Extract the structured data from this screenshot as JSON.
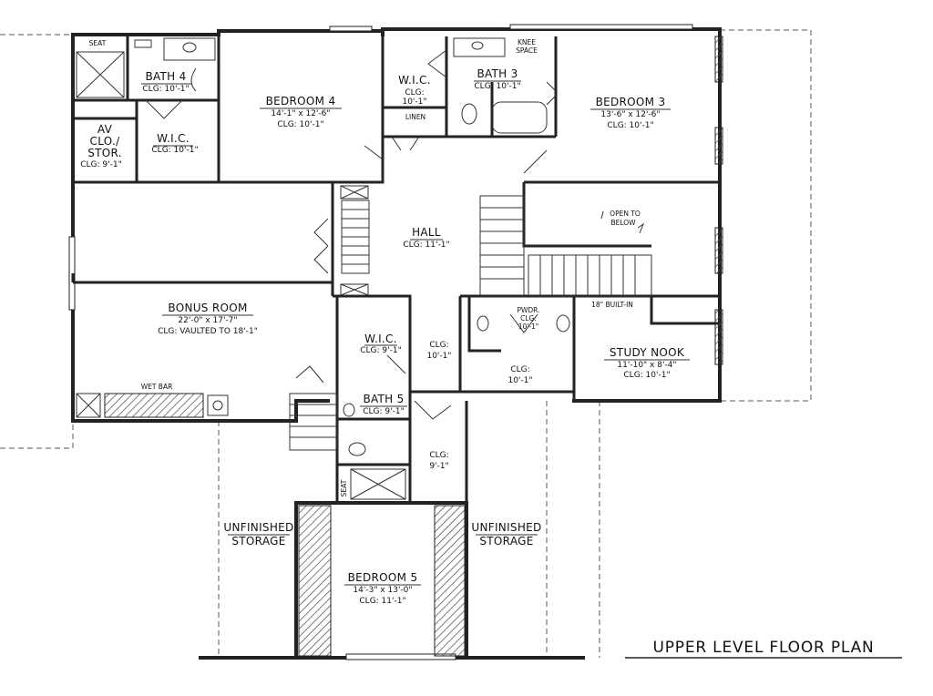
{
  "title": "UPPER LEVEL FLOOR PLAN",
  "rooms": {
    "bedroom4": {
      "name": "BEDROOM 4",
      "size": "14'-1\" x 12'-6\"",
      "clg": "CLG: 10'-1\""
    },
    "bath4": {
      "name": "BATH 4",
      "clg": "CLG: 10'-1\""
    },
    "seat_a": "SEAT",
    "wic_a": {
      "name": "W.I.C.",
      "clg": "CLG: 10'-1\""
    },
    "av": {
      "l1": "AV",
      "l2": "CLO./",
      "l3": "STOR.",
      "clg": "CLG: 9'-1\""
    },
    "wic_b": {
      "name": "W.I.C.",
      "clg1": "CLG:",
      "clg2": "10'-1\""
    },
    "linen": "LINEN",
    "bath3": {
      "name": "BATH 3",
      "clg": "CLG: 10'-1\""
    },
    "knee": {
      "l1": "KNEE",
      "l2": "SPACE"
    },
    "bedroom3": {
      "name": "BEDROOM 3",
      "size": "13'-6\" x 12'-6\"",
      "clg": "CLG: 10'-1\""
    },
    "hall": {
      "name": "HALL",
      "clg": "CLG: 11'-1\""
    },
    "open": {
      "l1": "OPEN TO",
      "l2": "BELOW"
    },
    "bonus": {
      "name": "BONUS ROOM",
      "size": "22'-0\" x 17'-7\"",
      "clg": "CLG: VAULTED TO 18'-1\""
    },
    "wetbar": "WET BAR",
    "wic_c": {
      "name": "W.I.C.",
      "clg": "CLG: 9'-1\""
    },
    "clg_a": {
      "l1": "CLG:",
      "l2": "10'-1\""
    },
    "pwdr": {
      "name": "PWDR.",
      "clg1": "CLG:",
      "clg2": "10'-1\""
    },
    "builtin": "18\" BUILT-IN",
    "study": {
      "name": "STUDY NOOK",
      "size": "11'-10\" x 8'-4\"",
      "clg": "CLG: 10'-1\""
    },
    "clg_b": {
      "l1": "CLG:",
      "l2": "10'-1\""
    },
    "bath5": {
      "name": "BATH 5",
      "clg": "CLG: 9'-1\""
    },
    "clg_c": {
      "l1": "CLG:",
      "l2": "9'-1\""
    },
    "seat_b": "SEAT",
    "storage_l": {
      "l1": "UNFINISHED",
      "l2": "STORAGE"
    },
    "storage_r": {
      "l1": "UNFINISHED",
      "l2": "STORAGE"
    },
    "bedroom5": {
      "name": "BEDROOM 5",
      "size": "14'-3\" x 13'-0\"",
      "clg": "CLG: 11'-1\""
    }
  }
}
